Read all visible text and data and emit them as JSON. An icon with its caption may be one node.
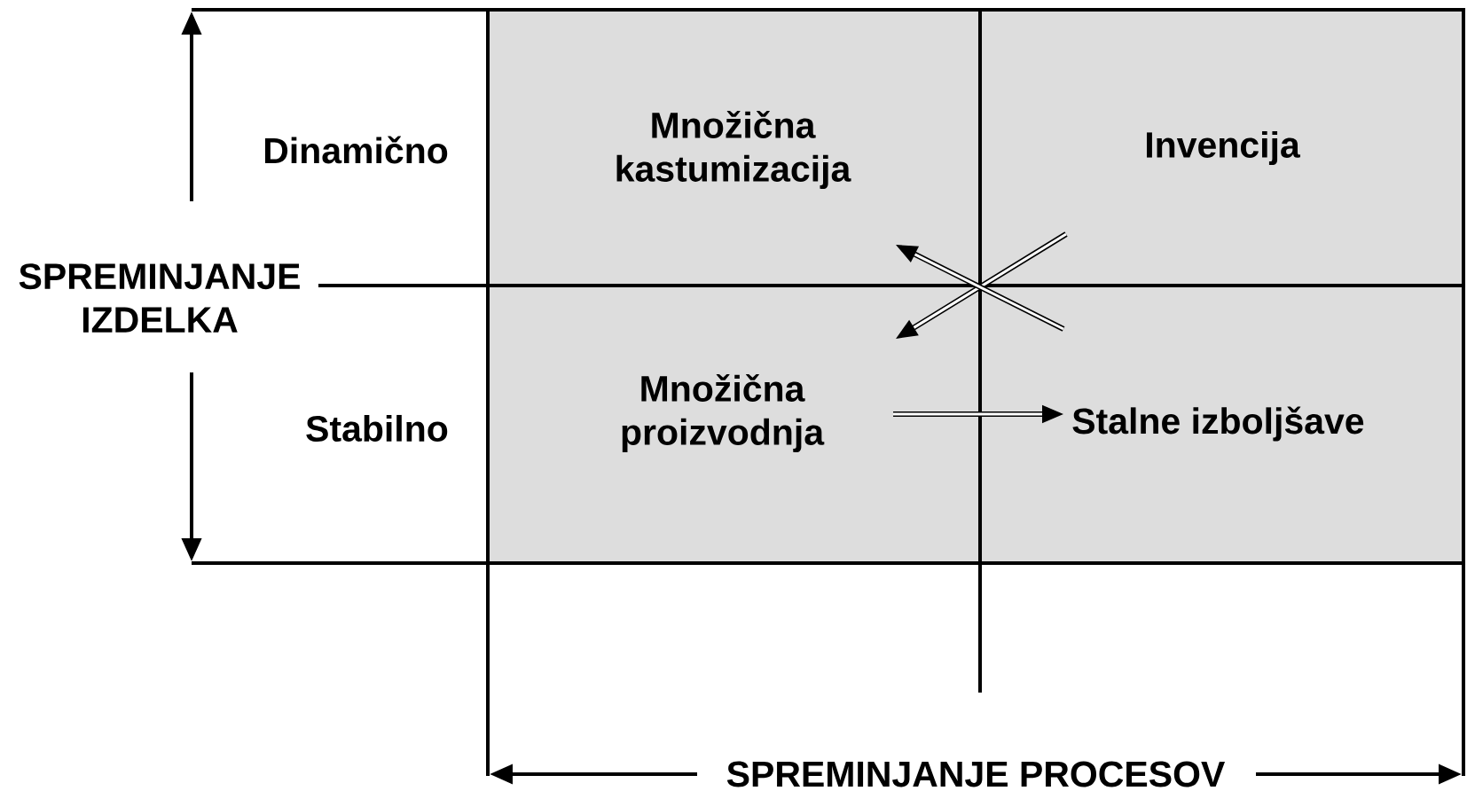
{
  "diagram": {
    "nodes": [
      {
        "text": [
          "Množična kastumizacija"
        ]
      },
      {
        "text": [
          "Invencija"
        ]
      },
      {
        "text": [
          "Množična proizvodnja"
        ]
      },
      {
        "text": [
          "Stalne izboljšave"
        ]
      }
    ],
    "edges": [
      {
        "from": 1,
        "to": 2,
        "arrow": "to"
      },
      {
        "from": 3,
        "to": 0,
        "arrow": "to"
      },
      {
        "from": 2,
        "to": 3,
        "arrow": "to"
      }
    ],
    "labels": [
      "Dinamično",
      "SPREMINJANJE IZDELKA",
      "Stabilno",
      "SPREMINJANJE PROCESOV"
    ]
  }
}
